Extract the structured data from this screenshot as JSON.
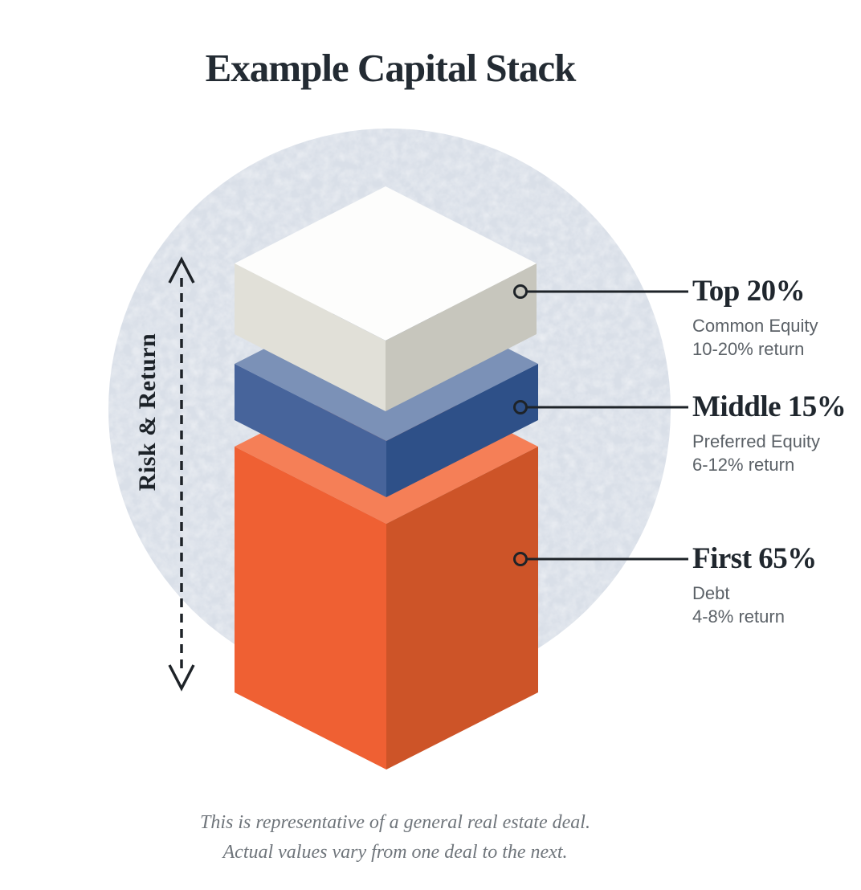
{
  "title": "Example Capital Stack",
  "risk_axis_label": "Risk & Return",
  "tiers": [
    {
      "label": "Top 20%",
      "sublabel": "Common Equity",
      "return_range": "10-20% return",
      "color_top": "#FDFDFC",
      "color_left": "#E1E0D8",
      "color_right": "#C7C6BD"
    },
    {
      "label": "Middle 15%",
      "sublabel": "Preferred Equity",
      "return_range": "6-12% return",
      "color_top": "#7B91B7",
      "color_left": "#47649B",
      "color_right": "#2E5088"
    },
    {
      "label": "First 65%",
      "sublabel": "Debt",
      "return_range": "4-8% return",
      "color_top": "#F57F57",
      "color_left": "#EF6033",
      "color_right": "#CD5428"
    }
  ],
  "footnote_line1": "This is representative of a general real estate deal.",
  "footnote_line2": "Actual values vary from one deal to the next.",
  "colors": {
    "background_circle": "#D9DFE8",
    "connector": "#1E2328",
    "title_text": "#232B33",
    "subtext": "#5B6167",
    "footnote_text": "#6F757B"
  }
}
